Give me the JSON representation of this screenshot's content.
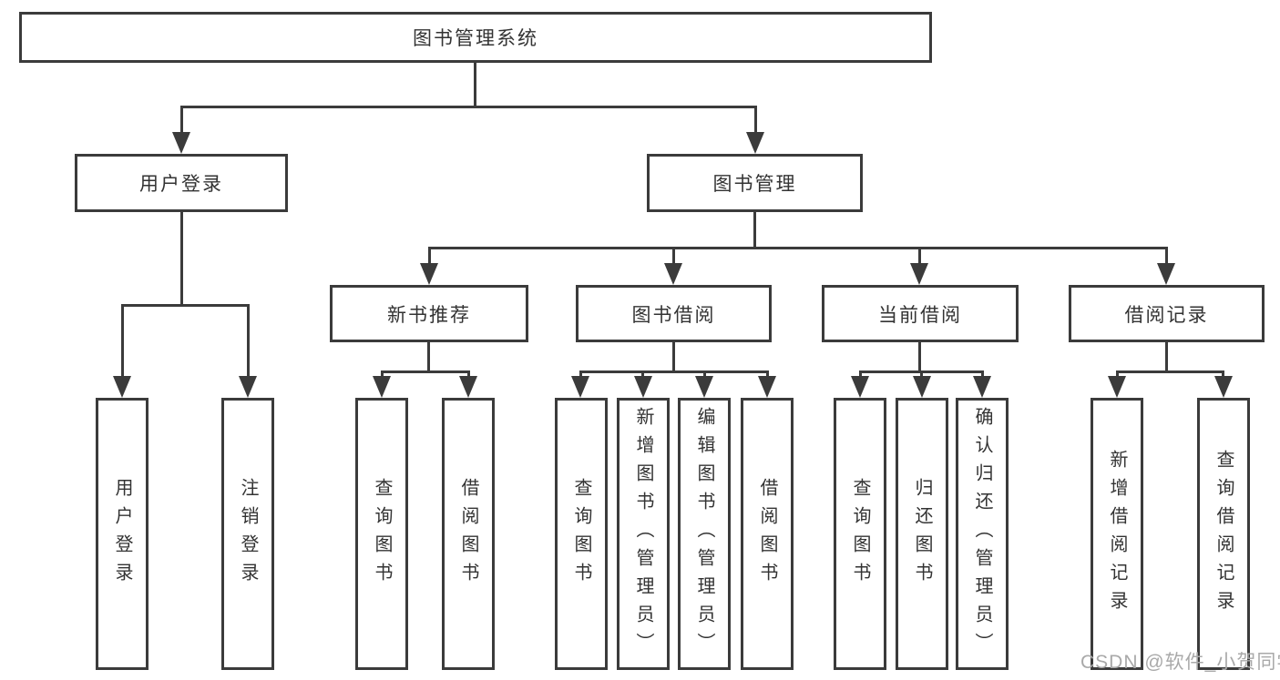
{
  "tree": {
    "root": {
      "label": "图书管理系统"
    },
    "branches": [
      {
        "label": "用户登录",
        "children": [
          {
            "label": "用户登录"
          },
          {
            "label": "注销登录"
          }
        ]
      },
      {
        "label": "图书管理",
        "children": [
          {
            "label": "新书推荐",
            "children": [
              {
                "label": "查询图书"
              },
              {
                "label": "借阅图书"
              }
            ]
          },
          {
            "label": "图书借阅",
            "children": [
              {
                "label": "查询图书"
              },
              {
                "label": "新增图书（管理员）"
              },
              {
                "label": "编辑图书（管理员）"
              },
              {
                "label": "借阅图书"
              }
            ]
          },
          {
            "label": "当前借阅",
            "children": [
              {
                "label": "查询图书"
              },
              {
                "label": "归还图书"
              },
              {
                "label": "确认归还（管理员）"
              }
            ]
          },
          {
            "label": "借阅记录",
            "children": [
              {
                "label": "新增借阅记录"
              },
              {
                "label": "查询借阅记录"
              }
            ]
          }
        ]
      }
    ]
  },
  "watermark": {
    "text": "CSDN @软件_小贺同学"
  },
  "colors": {
    "line": "#3b3b3b",
    "box_background": "#ffffff",
    "text": "#333333",
    "watermark": "#a9a9a9"
  }
}
